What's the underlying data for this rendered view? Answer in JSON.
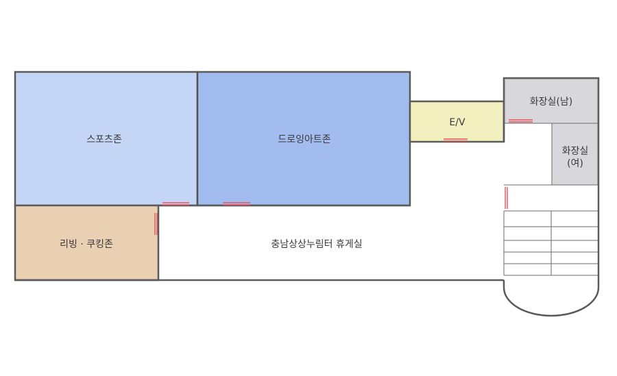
{
  "rooms": {
    "sports_zone": "스포츠존",
    "drawing_art_zone": "드로잉아트존",
    "living_cooking_zone": "리빙 · 쿠킹존",
    "lounge": "충남상상누림터 휴게실",
    "elevator": "E/V",
    "restroom_men": "화장실(남)",
    "restroom_women_line1": "화장실",
    "restroom_women_line2": "(여)"
  },
  "colors": {
    "sports_zone": "#c5d5f5",
    "drawing_art_zone": "#a3bcf0",
    "living_cooking_zone": "#ead0b2",
    "elevator": "#f3f0c0",
    "restroom": "#d8d7dc",
    "wall": "#5a5a5a",
    "door": "#e8555d"
  }
}
